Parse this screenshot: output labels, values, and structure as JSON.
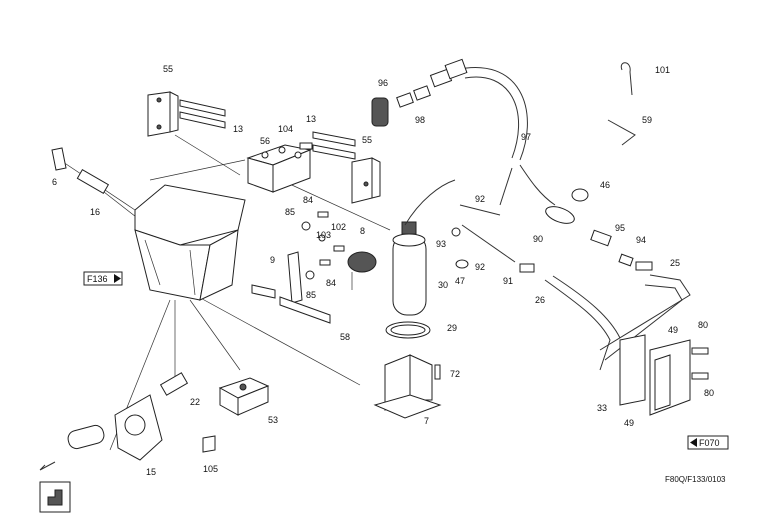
{
  "diagram": {
    "callouts": [
      "55",
      "13",
      "104",
      "56",
      "13",
      "55",
      "6",
      "16",
      "84",
      "85",
      "102",
      "103",
      "84",
      "85",
      "9",
      "8",
      "58",
      "30",
      "29",
      "72",
      "7",
      "22",
      "53",
      "15",
      "105",
      "96",
      "98",
      "97",
      "92",
      "93",
      "47",
      "92",
      "91",
      "26",
      "90",
      "95",
      "94",
      "46",
      "101",
      "59",
      "25",
      "49",
      "80",
      "80",
      "49",
      "33"
    ],
    "reference_left": "F136",
    "reference_right": "F070",
    "drawing_code": "F80Q/F133/0103"
  }
}
